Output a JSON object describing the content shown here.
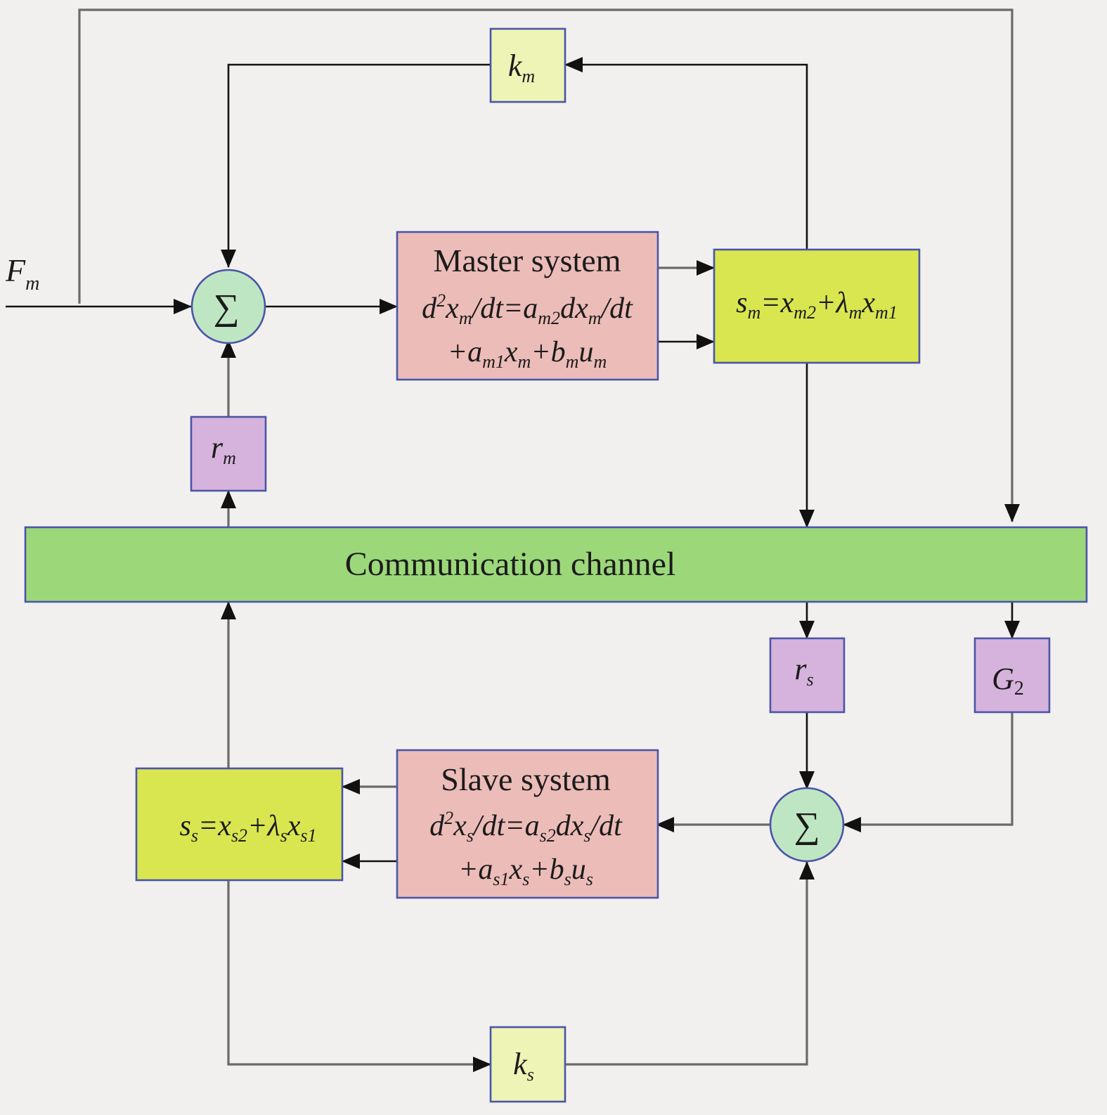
{
  "input": {
    "F": "F",
    "sub": "m"
  },
  "gain_km": {
    "base": "k",
    "sub": "m"
  },
  "gain_ks": {
    "base": "k",
    "sub": "s"
  },
  "gain_rm": {
    "base": "r",
    "sub": "m"
  },
  "gain_rs": {
    "base": "r",
    "sub": "s"
  },
  "gain_g2": {
    "base": "G",
    "sub": "2"
  },
  "summer_symbol": "∑",
  "master": {
    "title": "Master system",
    "eq1": {
      "d": "d",
      "sup": "2",
      "x": "x",
      "xsub": "m",
      "mid": "/dt=a",
      "asub": "m2",
      "dx": "dx",
      "dxsub": "m",
      "end": "/dt"
    },
    "eq2": {
      "p1": "+a",
      "a1sub": "m1",
      "x": "x",
      "xsub": "m",
      "p2": "+b",
      "bsub": "m",
      "u": "u",
      "usub": "m"
    }
  },
  "slave": {
    "title": "Slave system",
    "eq1": {
      "d": "d",
      "sup": "2",
      "x": "x",
      "xsub": "s",
      "mid": "/dt=a",
      "asub": "s2",
      "dx": "dx",
      "dxsub": "s",
      "end": "/dt"
    },
    "eq2": {
      "p1": "+a",
      "a1sub": "s1",
      "x": "x",
      "xsub": "s",
      "p2": "+b",
      "bsub": "s",
      "u": "u",
      "usub": "s"
    }
  },
  "sliding_m": {
    "s": "s",
    "ssub": "m",
    "eq": "=x",
    "x2sub": "m2",
    "plus": "+",
    "lam": "λ",
    "lamsub": "m",
    "x": "x",
    "x1sub": "m1"
  },
  "sliding_s": {
    "s": "s",
    "ssub": "s",
    "eq": "=x",
    "x2sub": "s2",
    "plus": "+",
    "lam": "λ",
    "lamsub": "s",
    "x": "x",
    "x1sub": "s1"
  },
  "channel": {
    "label": "Communication channel"
  },
  "colors": {
    "block_pink": "#ecbcb8",
    "block_yellow": "#d9e650",
    "block_pale_yellow": "#eef3b6",
    "block_purple": "#d6b3dc",
    "summer_green": "#bfe6c2",
    "channel_green": "#9cd87a",
    "border_blue": "#4a55a8",
    "background": "#f2f0ef"
  }
}
